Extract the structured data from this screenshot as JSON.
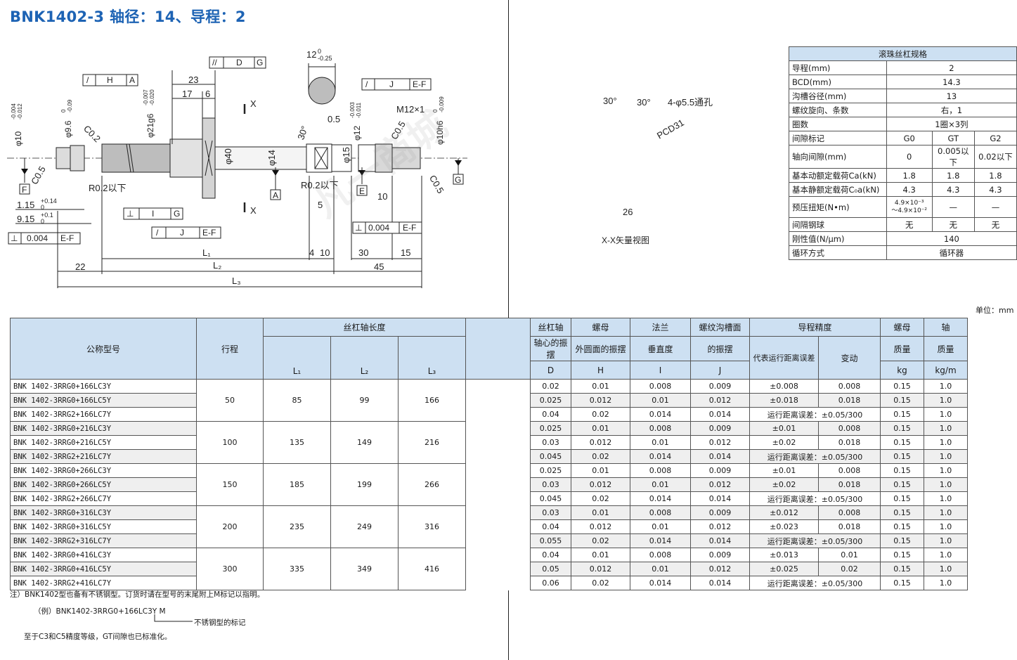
{
  "title": "BNK1402-3 轴径：14、导程：2",
  "drawing": {
    "dims": [
      "23",
      "17",
      "6",
      "12",
      "0",
      "-0.25",
      "X",
      "0.5",
      "M12×1",
      "30°",
      "C0.2",
      "C0.5",
      "C0.5",
      "C0.5",
      "R0.2以下",
      "R0.2以下",
      "φ40",
      "φ14",
      "φ15",
      "1.15",
      "+0.14",
      "0",
      "9.15",
      "+0.1",
      "0",
      "L₁",
      "L₂",
      "L₃",
      "22",
      "4",
      "10",
      "30",
      "15",
      "45",
      "5",
      "10"
    ],
    "dia_labels": [
      "φ10",
      "-0.004",
      "-0.012",
      "φ9.6",
      "0",
      "-0.09",
      "φ21g6",
      "-0.007",
      "-0.020",
      "φ12",
      "-0.003",
      "-0.011",
      "φ10h6",
      "0",
      "-0.009"
    ],
    "frames": {
      "d": [
        "//",
        "D",
        "G"
      ],
      "h": [
        "/",
        "H",
        "A"
      ],
      "j_top": [
        "/",
        "J",
        "E-F"
      ],
      "i": [
        "⊥",
        "I",
        "G"
      ],
      "j_bot": [
        "/",
        "J",
        "E-F"
      ],
      "perp_right": [
        "⊥",
        "0.004",
        "E-F"
      ],
      "perp_left": [
        "⊥",
        "0.004",
        "E-F"
      ]
    },
    "datums": [
      "F",
      "A",
      "E",
      "G"
    ],
    "flange": {
      "angles": [
        "30°",
        "30°"
      ],
      "holes": "4-φ5.5通孔",
      "pcd": "PCD31",
      "width": "26",
      "caption": "X-X矢量视图"
    }
  },
  "spec": {
    "header": "滚珠丝杠规格",
    "rows": [
      {
        "k": "导程(mm)",
        "v": [
          "2"
        ]
      },
      {
        "k": "BCD(mm)",
        "v": [
          "14.3"
        ]
      },
      {
        "k": "沟槽谷径(mm)",
        "v": [
          "13"
        ]
      },
      {
        "k": "螺纹旋向、条数",
        "v": [
          "右，1"
        ]
      },
      {
        "k": "圈数",
        "v": [
          "1圈×3列"
        ]
      },
      {
        "k": "间隙标记",
        "v": [
          "G0",
          "GT",
          "G2"
        ]
      },
      {
        "k": "轴向间隙(mm)",
        "v": [
          "0",
          "0.005以下",
          "0.02以下"
        ]
      },
      {
        "k": "基本动额定载荷Ca(kN)",
        "v": [
          "1.8",
          "1.8",
          "1.8"
        ]
      },
      {
        "k": "基本静额定载荷C₀a(kN)",
        "v": [
          "4.3",
          "4.3",
          "4.3"
        ]
      },
      {
        "k": "预压扭矩(N•m)",
        "v": [
          "4.9×10⁻³\n～4.9×10⁻²",
          "—",
          "—"
        ]
      },
      {
        "k": "间隔钢球",
        "v": [
          "无",
          "无",
          "无"
        ]
      },
      {
        "k": "刚性值(N/μm)",
        "v": [
          "140"
        ]
      },
      {
        "k": "循环方式",
        "v": [
          "循环器"
        ]
      }
    ]
  },
  "unit": "单位：mm",
  "table": {
    "h_model": "公称型号",
    "h_stroke": "行程",
    "h_length": "丝杠轴长度",
    "h_L1": "L₁",
    "h_L2": "L₂",
    "h_L3": "L₃",
    "h_D": [
      "丝杠轴",
      "轴心的振摆",
      "D"
    ],
    "h_H": [
      "螺母",
      "外圆面的振摆",
      "H"
    ],
    "h_I": [
      "法兰",
      "垂直度",
      "I"
    ],
    "h_J": [
      "螺纹沟槽面",
      "的振摆",
      "J"
    ],
    "h_lead": "导程精度",
    "h_lead_a": "代表运行距离误差",
    "h_lead_b": "变动",
    "h_nut": [
      "螺母",
      "质量",
      "kg"
    ],
    "h_shaft": [
      "轴",
      "质量",
      "kg/m"
    ],
    "groups": [
      {
        "stroke": "50",
        "L1": "85",
        "L2": "99",
        "L3": "166",
        "rows": [
          {
            "model": "BNK 1402-3RRG0+166LC3Y",
            "D": "0.02",
            "H": "0.01",
            "I": "0.008",
            "J": "0.009",
            "a": "±0.008",
            "b": "0.008",
            "nut": "0.15",
            "shaft": "1.0"
          },
          {
            "model": "BNK 1402-3RRG0+166LC5Y",
            "D": "0.025",
            "H": "0.012",
            "I": "0.01",
            "J": "0.012",
            "a": "±0.018",
            "b": "0.018",
            "nut": "0.15",
            "shaft": "1.0"
          },
          {
            "model": "BNK 1402-3RRG2+166LC7Y",
            "D": "0.04",
            "H": "0.02",
            "I": "0.014",
            "J": "0.014",
            "m": "运行距离误差：±0.05/300",
            "nut": "0.15",
            "shaft": "1.0"
          }
        ]
      },
      {
        "stroke": "100",
        "L1": "135",
        "L2": "149",
        "L3": "216",
        "rows": [
          {
            "model": "BNK 1402-3RRG0+216LC3Y",
            "D": "0.025",
            "H": "0.01",
            "I": "0.008",
            "J": "0.009",
            "a": "±0.01",
            "b": "0.008",
            "nut": "0.15",
            "shaft": "1.0"
          },
          {
            "model": "BNK 1402-3RRG0+216LC5Y",
            "D": "0.03",
            "H": "0.012",
            "I": "0.01",
            "J": "0.012",
            "a": "±0.02",
            "b": "0.018",
            "nut": "0.15",
            "shaft": "1.0"
          },
          {
            "model": "BNK 1402-3RRG2+216LC7Y",
            "D": "0.045",
            "H": "0.02",
            "I": "0.014",
            "J": "0.014",
            "m": "运行距离误差：±0.05/300",
            "nut": "0.15",
            "shaft": "1.0"
          }
        ]
      },
      {
        "stroke": "150",
        "L1": "185",
        "L2": "199",
        "L3": "266",
        "rows": [
          {
            "model": "BNK 1402-3RRG0+266LC3Y",
            "D": "0.025",
            "H": "0.01",
            "I": "0.008",
            "J": "0.009",
            "a": "±0.01",
            "b": "0.008",
            "nut": "0.15",
            "shaft": "1.0"
          },
          {
            "model": "BNK 1402-3RRG0+266LC5Y",
            "D": "0.03",
            "H": "0.012",
            "I": "0.01",
            "J": "0.012",
            "a": "±0.02",
            "b": "0.018",
            "nut": "0.15",
            "shaft": "1.0"
          },
          {
            "model": "BNK 1402-3RRG2+266LC7Y",
            "D": "0.045",
            "H": "0.02",
            "I": "0.014",
            "J": "0.014",
            "m": "运行距离误差：±0.05/300",
            "nut": "0.15",
            "shaft": "1.0"
          }
        ]
      },
      {
        "stroke": "200",
        "L1": "235",
        "L2": "249",
        "L3": "316",
        "rows": [
          {
            "model": "BNK 1402-3RRG0+316LC3Y",
            "D": "0.03",
            "H": "0.01",
            "I": "0.008",
            "J": "0.009",
            "a": "±0.012",
            "b": "0.008",
            "nut": "0.15",
            "shaft": "1.0"
          },
          {
            "model": "BNK 1402-3RRG0+316LC5Y",
            "D": "0.04",
            "H": "0.012",
            "I": "0.01",
            "J": "0.012",
            "a": "±0.023",
            "b": "0.018",
            "nut": "0.15",
            "shaft": "1.0"
          },
          {
            "model": "BNK 1402-3RRG2+316LC7Y",
            "D": "0.055",
            "H": "0.02",
            "I": "0.014",
            "J": "0.014",
            "m": "运行距离误差：±0.05/300",
            "nut": "0.15",
            "shaft": "1.0"
          }
        ]
      },
      {
        "stroke": "300",
        "L1": "335",
        "L2": "349",
        "L3": "416",
        "rows": [
          {
            "model": "BNK 1402-3RRG0+416LC3Y",
            "D": "0.04",
            "H": "0.01",
            "I": "0.008",
            "J": "0.009",
            "a": "±0.013",
            "b": "0.01",
            "nut": "0.15",
            "shaft": "1.0"
          },
          {
            "model": "BNK 1402-3RRG0+416LC5Y",
            "D": "0.05",
            "H": "0.012",
            "I": "0.01",
            "J": "0.012",
            "a": "±0.025",
            "b": "0.02",
            "nut": "0.15",
            "shaft": "1.0"
          },
          {
            "model": "BNK 1402-3RRG2+416LC7Y",
            "D": "0.06",
            "H": "0.02",
            "I": "0.014",
            "J": "0.014",
            "m": "运行距离误差：±0.05/300",
            "nut": "0.15",
            "shaft": "1.0"
          }
        ]
      }
    ]
  },
  "notes": {
    "n1": "注）BNK1402型也备有不锈钢型。订货时请在型号的末尾附上M标记以指明。",
    "example": "（例）BNK1402-3RRG0+166LC3Y M",
    "example_label": "不锈钢型的标记",
    "n2": "至于C3和C5精度等级，GT间隙也已标准化。"
  },
  "watermark": "凡一商城"
}
